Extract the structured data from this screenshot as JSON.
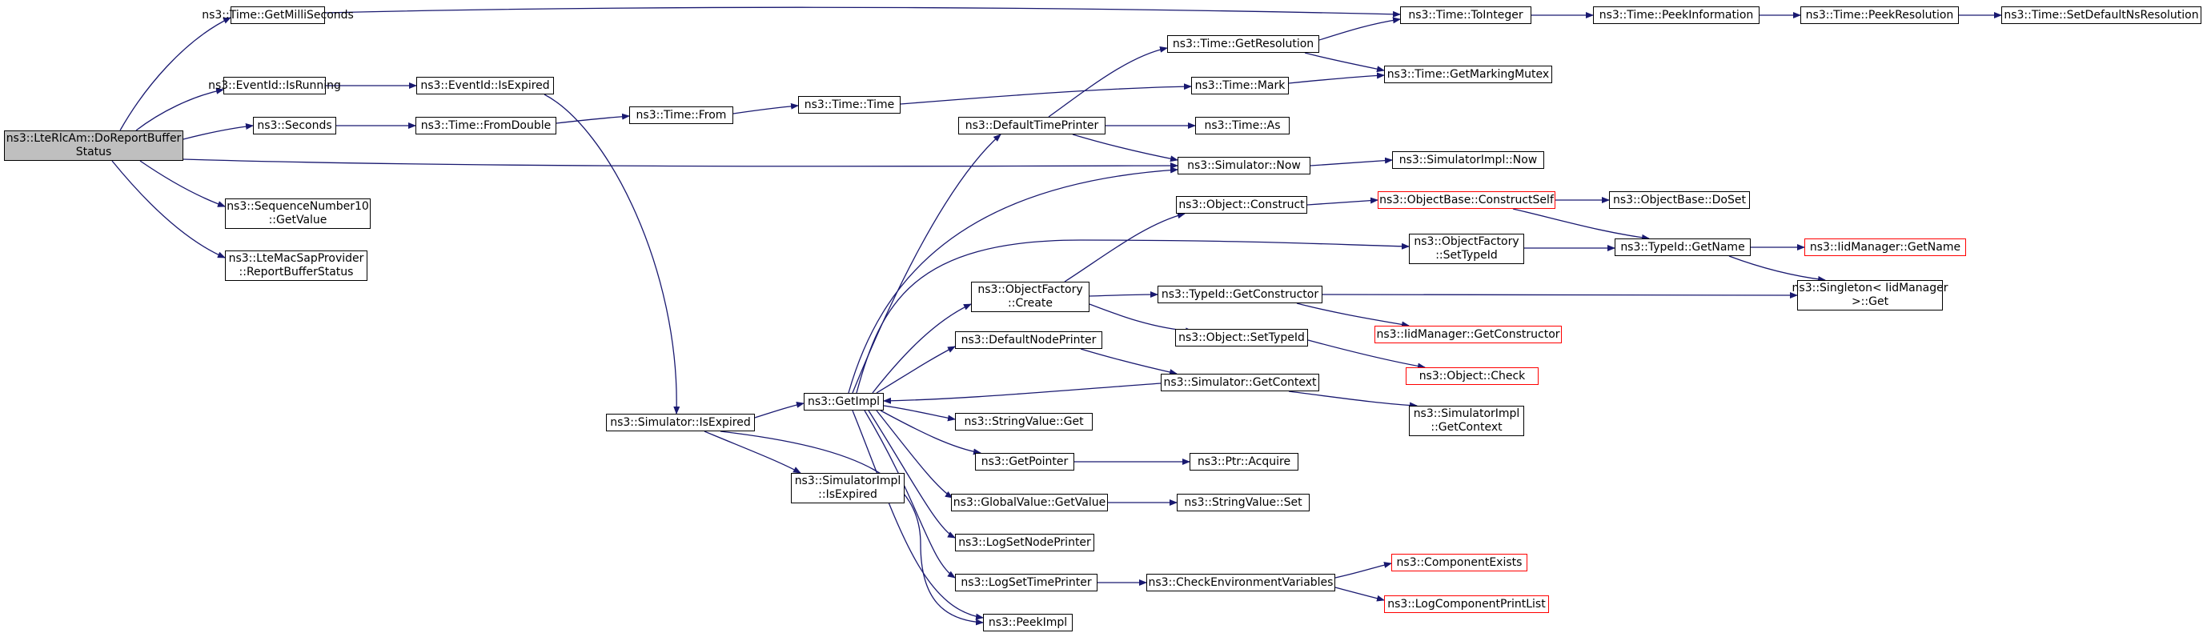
{
  "diagram": {
    "colors": {
      "edge": "#191970",
      "node_border": "#000000",
      "incomplete_border": "#ff0000",
      "root_fill": "#bfbfbf"
    },
    "nodes": [
      {
        "id": "root",
        "lines": [
          "ns3::LteRlcAm::DoReportBuffer",
          "Status"
        ],
        "style": "root"
      },
      {
        "id": "getmilliseconds",
        "lines": [
          "ns3::Time::GetMilliSeconds"
        ]
      },
      {
        "id": "eventid_isrunning",
        "lines": [
          "ns3::EventId::IsRunning"
        ]
      },
      {
        "id": "eventid_isexpired",
        "lines": [
          "ns3::EventId::IsExpired"
        ]
      },
      {
        "id": "seconds",
        "lines": [
          "ns3::Seconds"
        ]
      },
      {
        "id": "time_fromdouble",
        "lines": [
          "ns3::Time::FromDouble"
        ]
      },
      {
        "id": "time_from",
        "lines": [
          "ns3::Time::From"
        ]
      },
      {
        "id": "time_time",
        "lines": [
          "ns3::Time::Time"
        ]
      },
      {
        "id": "seqnum10",
        "lines": [
          "ns3::SequenceNumber10",
          "::GetValue"
        ]
      },
      {
        "id": "macsap",
        "lines": [
          "ns3::LteMacSapProvider",
          "::ReportBufferStatus"
        ]
      },
      {
        "id": "time_tointeger",
        "lines": [
          "ns3::Time::ToInteger"
        ]
      },
      {
        "id": "peekinformation",
        "lines": [
          "ns3::Time::PeekInformation"
        ]
      },
      {
        "id": "peekresolution",
        "lines": [
          "ns3::Time::PeekResolution"
        ]
      },
      {
        "id": "setdefaultns",
        "lines": [
          "ns3::Time::SetDefaultNsResolution"
        ]
      },
      {
        "id": "getresolution",
        "lines": [
          "ns3::Time::GetResolution"
        ]
      },
      {
        "id": "getmarkingmutex",
        "lines": [
          "ns3::Time::GetMarkingMutex"
        ]
      },
      {
        "id": "time_mark",
        "lines": [
          "ns3::Time::Mark"
        ]
      },
      {
        "id": "defaulttimeprinter",
        "lines": [
          "ns3::DefaultTimePrinter"
        ]
      },
      {
        "id": "time_as",
        "lines": [
          "ns3::Time::As"
        ]
      },
      {
        "id": "sim_now",
        "lines": [
          "ns3::Simulator::Now"
        ]
      },
      {
        "id": "simimpl_now",
        "lines": [
          "ns3::SimulatorImpl::Now"
        ]
      },
      {
        "id": "object_construct",
        "lines": [
          "ns3::Object::Construct"
        ]
      },
      {
        "id": "objbase_constructself",
        "lines": [
          "ns3::ObjectBase::ConstructSelf"
        ],
        "style": "red"
      },
      {
        "id": "objbase_doset",
        "lines": [
          "ns3::ObjectBase::DoSet"
        ]
      },
      {
        "id": "objfactory_settypeid",
        "lines": [
          "ns3::ObjectFactory",
          "::SetTypeId"
        ]
      },
      {
        "id": "typeid_getname",
        "lines": [
          "ns3::TypeId::GetName"
        ]
      },
      {
        "id": "iidmanager_getname",
        "lines": [
          "ns3::IidManager::GetName"
        ],
        "style": "red"
      },
      {
        "id": "singleton_get",
        "lines": [
          "ns3::Singleton< IidManager",
          " >::Get"
        ]
      },
      {
        "id": "objfactory_create",
        "lines": [
          "ns3::ObjectFactory",
          "::Create"
        ]
      },
      {
        "id": "typeid_getconstructor",
        "lines": [
          "ns3::TypeId::GetConstructor"
        ]
      },
      {
        "id": "iidmanager_getconstructor",
        "lines": [
          "ns3::IidManager::GetConstructor"
        ],
        "style": "red"
      },
      {
        "id": "object_settypeid",
        "lines": [
          "ns3::Object::SetTypeId"
        ]
      },
      {
        "id": "object_check",
        "lines": [
          "ns3::Object::Check"
        ],
        "style": "red"
      },
      {
        "id": "defaultnodeprinter",
        "lines": [
          "ns3::DefaultNodePrinter"
        ]
      },
      {
        "id": "sim_getcontext",
        "lines": [
          "ns3::Simulator::GetContext"
        ]
      },
      {
        "id": "simimpl_getcontext",
        "lines": [
          "ns3::SimulatorImpl",
          "::GetContext"
        ]
      },
      {
        "id": "sim_isexpired",
        "lines": [
          "ns3::Simulator::IsExpired"
        ]
      },
      {
        "id": "getimpl",
        "lines": [
          "ns3::GetImpl"
        ]
      },
      {
        "id": "stringvalue_get",
        "lines": [
          "ns3::StringValue::Get"
        ]
      },
      {
        "id": "getpointer",
        "lines": [
          "ns3::GetPointer"
        ]
      },
      {
        "id": "ptr_acquire",
        "lines": [
          "ns3::Ptr::Acquire"
        ]
      },
      {
        "id": "simimpl_isexpired",
        "lines": [
          "ns3::SimulatorImpl",
          "::IsExpired"
        ]
      },
      {
        "id": "globalvalue_getvalue",
        "lines": [
          "ns3::GlobalValue::GetValue"
        ]
      },
      {
        "id": "stringvalue_set",
        "lines": [
          "ns3::StringValue::Set"
        ]
      },
      {
        "id": "logsetnodeprinter",
        "lines": [
          "ns3::LogSetNodePrinter"
        ]
      },
      {
        "id": "logsettimeprinter",
        "lines": [
          "ns3::LogSetTimePrinter"
        ]
      },
      {
        "id": "checkenv",
        "lines": [
          "ns3::CheckEnvironmentVariables"
        ]
      },
      {
        "id": "componentexists",
        "lines": [
          "ns3::ComponentExists"
        ],
        "style": "red"
      },
      {
        "id": "logcomponentprintlist",
        "lines": [
          "ns3::LogComponentPrintList"
        ],
        "style": "red"
      },
      {
        "id": "peekimpl",
        "lines": [
          "ns3::PeekImpl"
        ]
      }
    ],
    "edges": [
      [
        "root",
        "getmilliseconds"
      ],
      [
        "root",
        "eventid_isrunning"
      ],
      [
        "root",
        "seconds"
      ],
      [
        "root",
        "sim_now"
      ],
      [
        "root",
        "seqnum10"
      ],
      [
        "root",
        "macsap"
      ],
      [
        "getmilliseconds",
        "time_tointeger"
      ],
      [
        "time_tointeger",
        "peekinformation"
      ],
      [
        "peekinformation",
        "peekresolution"
      ],
      [
        "peekresolution",
        "setdefaultns"
      ],
      [
        "eventid_isrunning",
        "eventid_isexpired"
      ],
      [
        "eventid_isexpired",
        "sim_isexpired"
      ],
      [
        "seconds",
        "time_fromdouble"
      ],
      [
        "time_fromdouble",
        "time_from"
      ],
      [
        "time_from",
        "time_time"
      ],
      [
        "time_time",
        "time_mark"
      ],
      [
        "time_mark",
        "getmarkingmutex"
      ],
      [
        "getresolution",
        "time_tointeger"
      ],
      [
        "getresolution",
        "getmarkingmutex"
      ],
      [
        "defaulttimeprinter",
        "getresolution"
      ],
      [
        "defaulttimeprinter",
        "time_as"
      ],
      [
        "defaulttimeprinter",
        "sim_now"
      ],
      [
        "sim_now",
        "simimpl_now"
      ],
      [
        "getimpl",
        "sim_now"
      ],
      [
        "object_construct",
        "objbase_constructself"
      ],
      [
        "objbase_constructself",
        "objbase_doset"
      ],
      [
        "objbase_constructself",
        "typeid_getname"
      ],
      [
        "objfactory_settypeid",
        "typeid_getname"
      ],
      [
        "typeid_getname",
        "iidmanager_getname"
      ],
      [
        "typeid_getname",
        "singleton_get"
      ],
      [
        "objfactory_create",
        "object_construct"
      ],
      [
        "objfactory_create",
        "typeid_getconstructor"
      ],
      [
        "objfactory_create",
        "object_settypeid"
      ],
      [
        "typeid_getconstructor",
        "iidmanager_getconstructor"
      ],
      [
        "typeid_getconstructor",
        "singleton_get"
      ],
      [
        "object_settypeid",
        "object_check"
      ],
      [
        "defaultnodeprinter",
        "sim_getcontext"
      ],
      [
        "sim_getcontext",
        "simimpl_getcontext"
      ],
      [
        "sim_getcontext",
        "getimpl"
      ],
      [
        "sim_isexpired",
        "getimpl"
      ],
      [
        "sim_isexpired",
        "simimpl_isexpired"
      ],
      [
        "sim_isexpired",
        "peekimpl"
      ],
      [
        "getimpl",
        "defaulttimeprinter"
      ],
      [
        "getimpl",
        "objfactory_settypeid"
      ],
      [
        "getimpl",
        "objfactory_create"
      ],
      [
        "getimpl",
        "defaultnodeprinter"
      ],
      [
        "getimpl",
        "stringvalue_get"
      ],
      [
        "getimpl",
        "getpointer"
      ],
      [
        "getimpl",
        "globalvalue_getvalue"
      ],
      [
        "getimpl",
        "logsetnodeprinter"
      ],
      [
        "getimpl",
        "logsettimeprinter"
      ],
      [
        "getimpl",
        "peekimpl"
      ],
      [
        "getpointer",
        "ptr_acquire"
      ],
      [
        "globalvalue_getvalue",
        "stringvalue_set"
      ],
      [
        "logsettimeprinter",
        "checkenv"
      ],
      [
        "checkenv",
        "componentexists"
      ],
      [
        "checkenv",
        "logcomponentprintlist"
      ]
    ]
  }
}
